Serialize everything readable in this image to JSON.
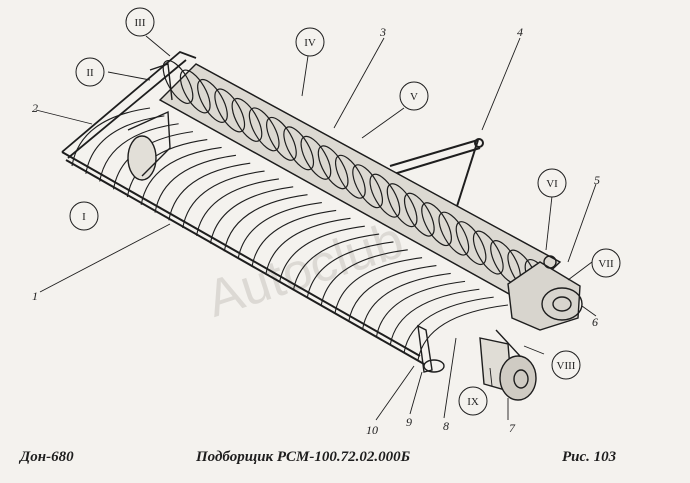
{
  "figure": {
    "watermark": "Autoclub",
    "part_labels": [
      "1",
      "2",
      "3",
      "4",
      "5",
      "6",
      "7",
      "8",
      "9",
      "10"
    ],
    "detail_callouts": [
      "I",
      "II",
      "III",
      "IV",
      "V",
      "VI",
      "VII",
      "VIII",
      "IX"
    ]
  },
  "footer": {
    "left": "Дон-680",
    "center": "Подборщик   РСМ-100.72.02.000Б",
    "right": "Рис.   103"
  },
  "colors": {
    "ink": "#1e1e1e",
    "paper": "#f4f2ee",
    "watermark": "#c9c6c0"
  }
}
